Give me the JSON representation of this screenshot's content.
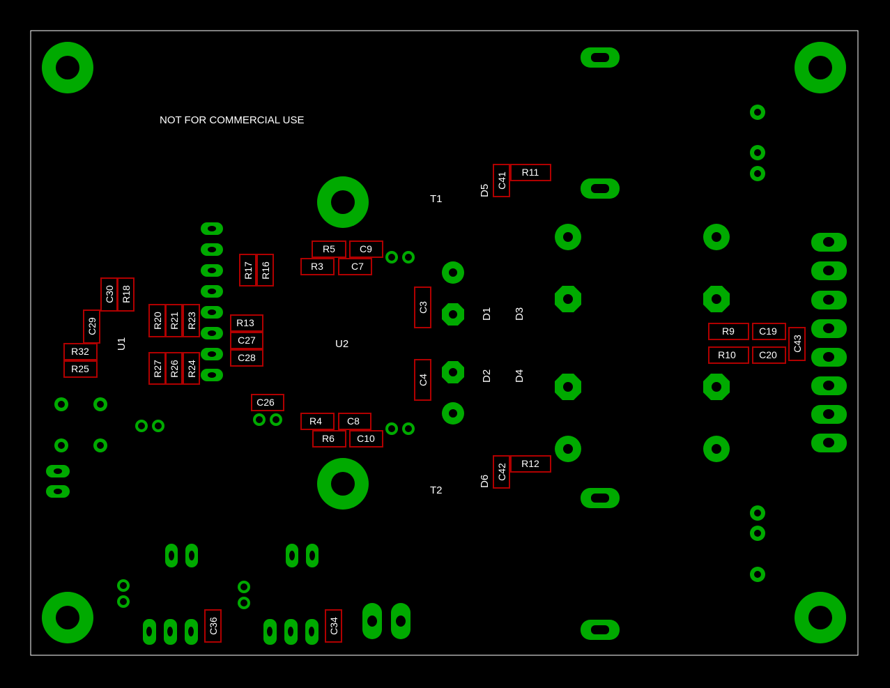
{
  "board": {
    "notice": "NOT FOR COMMERCIAL USE",
    "colors": {
      "background": "#000000",
      "outline": "#ffffff",
      "copper": "#00aa00",
      "component_outline": "#b00000",
      "silkscreen": "#ffffff"
    }
  },
  "designators": {
    "U1": "U1",
    "U2": "U2",
    "T1": "T1",
    "T2": "T2",
    "D1": "D1",
    "D2": "D2",
    "D3": "D3",
    "D4": "D4",
    "D5": "D5",
    "D6": "D6"
  },
  "components": {
    "R5": "R5",
    "C9": "C9",
    "R3": "R3",
    "C7": "C7",
    "R17": "R17",
    "R16": "R16",
    "C30": "C30",
    "R18": "R18",
    "C29": "C29",
    "R32": "R32",
    "R25": "R25",
    "R20": "R20",
    "R21": "R21",
    "R23": "R23",
    "R27": "R27",
    "R26": "R26",
    "R24": "R24",
    "R13": "R13",
    "C27": "C27",
    "C28": "C28",
    "C26": "C26",
    "R4": "R4",
    "C8": "C8",
    "R6": "R6",
    "C10": "C10",
    "C3": "C3",
    "C4": "C4",
    "C41": "C41",
    "R11": "R11",
    "C42": "C42",
    "R12": "R12",
    "R9": "R9",
    "C19": "C19",
    "R10": "R10",
    "C20": "C20",
    "C43": "C43",
    "C36": "C36",
    "C34": "C34"
  }
}
